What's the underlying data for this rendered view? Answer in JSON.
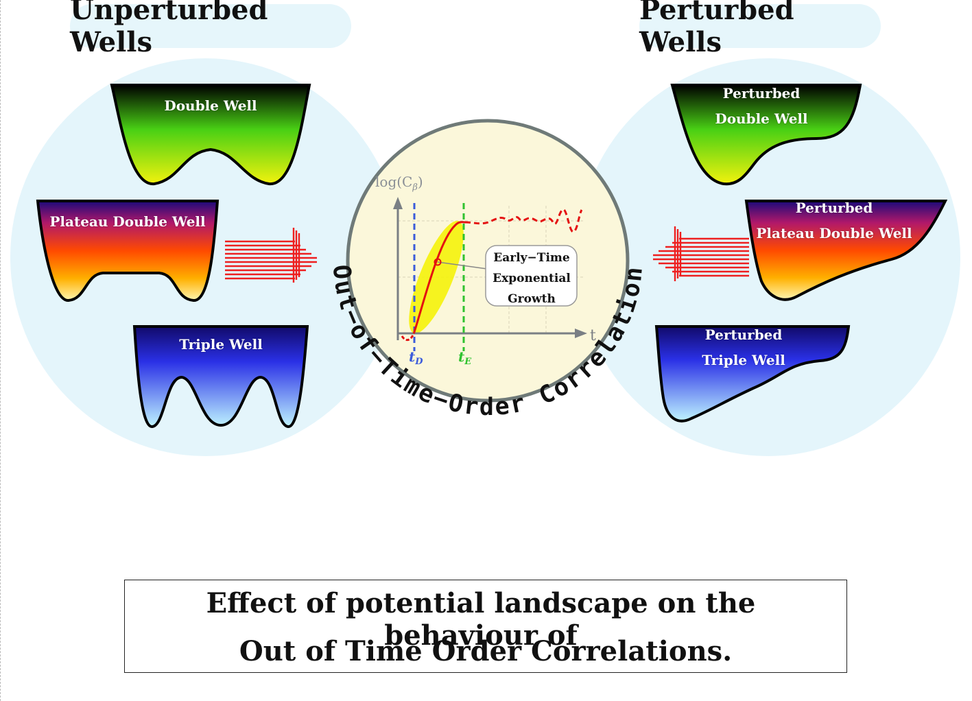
{
  "headers": {
    "left": "Unperturbed Wells",
    "right": "Perturbed Wells"
  },
  "wells": {
    "double": "Double Well",
    "plateau": "Plateau Double Well",
    "triple": "Triple Well",
    "pert_double_1": "Perturbed",
    "pert_double_2": "Double Well",
    "pert_plateau_1": "Perturbed",
    "pert_plateau_2": "Plateau Double Well",
    "pert_triple_1": "Perturbed",
    "pert_triple_2": "Triple Well"
  },
  "plot": {
    "ylabel": "log(C",
    "ylabel_sub": "β",
    "ylabel_close": ")",
    "xlabel": "t",
    "tD": "t",
    "tD_sub": "D",
    "tE": "t",
    "tE_sub": "E",
    "annotation": [
      "Early−Time",
      "Exponential",
      "Growth"
    ]
  },
  "arc_text": "Out−of−Time−Order Correlation",
  "caption": {
    "line1": "Effect of potential landscape on the behaviour of",
    "line2": "Out of Time Order Correlations."
  },
  "colors": {
    "blob": "#e4f5fb",
    "circle_fill": "#fbf7da",
    "circle_stroke": "#6f7a78",
    "curve": "#e41010",
    "tD_line": "#3b5bdb",
    "tE_line": "#2fc22f",
    "ellipse": "#f5f20a"
  }
}
